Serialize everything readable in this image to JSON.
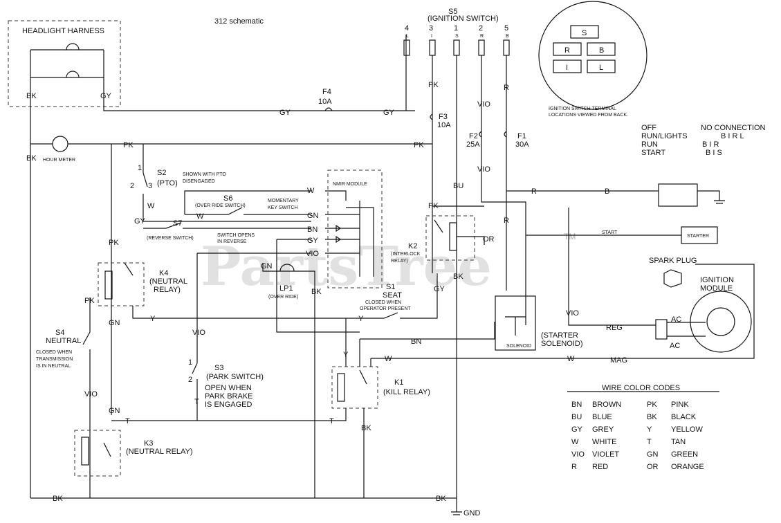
{
  "title": "312 schematic",
  "watermark": "PartsTree",
  "trademark": "TM",
  "headlight": {
    "label": "HEADLIGHT  HARNESS",
    "bk": "BK",
    "gy": "GY"
  },
  "ignition_switch": {
    "name": "S5",
    "label": "(IGNITION SWITCH)",
    "pins": [
      {
        "num": "4",
        "letter": "L"
      },
      {
        "num": "3",
        "letter": "I"
      },
      {
        "num": "1",
        "letter": "S"
      },
      {
        "num": "2",
        "letter": "R"
      },
      {
        "num": "5",
        "letter": "B"
      }
    ],
    "terminal_note_1": "IGNITION SWITCH TERMINAL",
    "terminal_note_2": "LOCATIONS VIEWED FROM BACK.",
    "terminals": [
      "S",
      "R",
      "B",
      "I",
      "L"
    ],
    "positions": [
      {
        "pos": "OFF",
        "conn": "NO CONNECTION"
      },
      {
        "pos": "RUN/LIGHTS",
        "conn": "B I R L"
      },
      {
        "pos": "RUN",
        "conn": "B I R"
      },
      {
        "pos": "START",
        "conn": "B I S"
      }
    ]
  },
  "fuses": [
    {
      "name": "F4",
      "rating": "10A"
    },
    {
      "name": "F3",
      "rating": "10A"
    },
    {
      "name": "F2",
      "rating": "25A"
    },
    {
      "name": "F1",
      "rating": "30A"
    }
  ],
  "hour_meter": "HOUR METER",
  "switches": {
    "s2": {
      "name": "S2",
      "sub": "(PTO)",
      "note_1": "SHOWN WITH PTO",
      "note_2": "DISENGAGED",
      "pin1": "1",
      "pin2": "2",
      "pin3": "3"
    },
    "s6": {
      "name": "S6",
      "sub": "(OVER RIDE SWITCH)",
      "note_1": "MOMENTARY",
      "note_2": "KEY SWITCH"
    },
    "s7": {
      "name": "S7",
      "sub": "(REVERSE SWITCH)",
      "note_1": "SWITCH OPENS",
      "note_2": "IN REVERSE"
    },
    "s1": {
      "name": "S1",
      "sub": "SEAT",
      "note_1": "CLOSED WHEN",
      "note_2": "OPERATOR PRESENT"
    },
    "s4": {
      "name": "S4",
      "sub": "NEUTRAL",
      "note_1": "CLOSED WHEN",
      "note_2": "TRANSMISSION",
      "note_3": "IS IN NEUTRAL"
    },
    "s3": {
      "name": "S3",
      "sub": "(PARK SWITCH)",
      "note_1": "OPEN WHEN",
      "note_2": "PARK BRAKE",
      "note_3": "IS ENGAGED",
      "pin1": "1",
      "pin2": "2"
    }
  },
  "nmir_module": "NMIR MODULE",
  "lp1": {
    "name": "LP1",
    "sub": "(OVER RIDE)"
  },
  "relays": {
    "k2": {
      "name": "K2",
      "sub": "(INTERLOCK",
      "sub2": "RELAY)"
    },
    "k4": {
      "name": "K4",
      "sub": "(NEUTRAL",
      "sub2": "RELAY)"
    },
    "k1": {
      "name": "K1",
      "sub": "(KILL RELAY)"
    },
    "k3": {
      "name": "K3",
      "sub": "(NEUTRAL RELAY)"
    }
  },
  "starter": "STARTER",
  "start_label": "START",
  "solenoid": {
    "inner": "SOLENOID",
    "label_1": "(STARTER",
    "label_2": "SOLENOID)"
  },
  "spark_plug": "SPARK PLUG",
  "ignition_module": {
    "label_1": "IGNITION",
    "label_2": "MODULE"
  },
  "wire_labels": {
    "bk": "BK",
    "gy": "GY",
    "pk": "PK",
    "vio": "VIO",
    "r": "R",
    "bu": "BU",
    "b": "B",
    "w": "W",
    "gn": "GN",
    "bn": "BN",
    "y": "Y",
    "t": "T",
    "or": "OR",
    "reg": "REG",
    "mag": "MAG",
    "ac": "AC",
    "gnd": "GND"
  },
  "legend": {
    "title": "WIRE COLOR CODES",
    "items": [
      {
        "code": "BN",
        "name": "BROWN"
      },
      {
        "code": "PK",
        "name": "PINK"
      },
      {
        "code": "BU",
        "name": "BLUE"
      },
      {
        "code": "BK",
        "name": "BLACK"
      },
      {
        "code": "GY",
        "name": "GREY"
      },
      {
        "code": "Y",
        "name": "YELLOW"
      },
      {
        "code": "W",
        "name": "WHITE"
      },
      {
        "code": "T",
        "name": "TAN"
      },
      {
        "code": "VIO",
        "name": "VIOLET"
      },
      {
        "code": "GN",
        "name": "GREEN"
      },
      {
        "code": "R",
        "name": "RED"
      },
      {
        "code": "OR",
        "name": "ORANGE"
      }
    ]
  }
}
